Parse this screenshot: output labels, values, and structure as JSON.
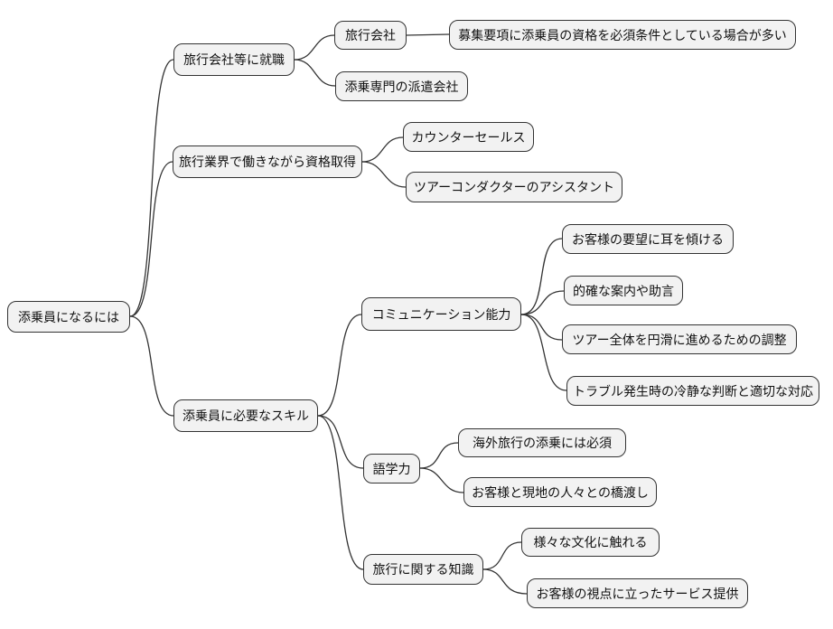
{
  "mindmap": {
    "root": {
      "label": "添乗員になるには",
      "children": [
        {
          "label": "旅行会社等に就職",
          "children": [
            {
              "label": "旅行会社",
              "children": [
                {
                  "label": "募集要項に添乗員の資格を必須条件としている場合が多い"
                }
              ]
            },
            {
              "label": "添乗専門の派遣会社"
            }
          ]
        },
        {
          "label": "旅行業界で働きながら資格取得",
          "children": [
            {
              "label": "カウンターセールス"
            },
            {
              "label": "ツアーコンダクターのアシスタント"
            }
          ]
        },
        {
          "label": "添乗員に必要なスキル",
          "children": [
            {
              "label": "コミュニケーション能力",
              "children": [
                {
                  "label": "お客様の要望に耳を傾ける"
                },
                {
                  "label": "的確な案内や助言"
                },
                {
                  "label": "ツアー全体を円滑に進めるための調整"
                },
                {
                  "label": "トラブル発生時の冷静な判断と適切な対応"
                }
              ]
            },
            {
              "label": "語学力",
              "children": [
                {
                  "label": "海外旅行の添乗には必須"
                },
                {
                  "label": "お客様と現地の人々との橋渡し"
                }
              ]
            },
            {
              "label": "旅行に関する知識",
              "children": [
                {
                  "label": "様々な文化に触れる"
                },
                {
                  "label": "お客様の視点に立ったサービス提供"
                }
              ]
            }
          ]
        }
      ]
    },
    "colors": {
      "background": "#ffffff",
      "node_fill": "#f2f2f2",
      "node_border": "#333333",
      "connector": "#333333",
      "text": "#111111"
    }
  }
}
